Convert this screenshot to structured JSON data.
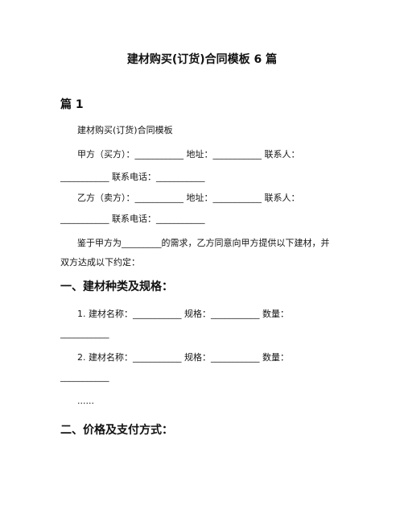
{
  "document": {
    "title": "建材购买(订货)合同模板 6 篇",
    "section_label": "篇 1",
    "paragraphs": [
      "建材购买(订货)合同模板",
      "甲方（买方）：___________ 地址：___________ 联系人：",
      "___________ 联系电话：___________",
      "乙方（卖方）：___________ 地址：___________ 联系人：",
      "___________ 联系电话：___________",
      "鉴于甲方为_________的需求，乙方同意向甲方提供以下建材，并",
      "双方达成以下约定："
    ],
    "heading_materials": "一、建材种类及规格：",
    "items": [
      "1. 建材名称：___________ 规格：___________ 数量：",
      "___________",
      "2. 建材名称：___________ 规格：___________ 数量：",
      "___________",
      "......"
    ],
    "heading_price": "二、价格及支付方式："
  }
}
